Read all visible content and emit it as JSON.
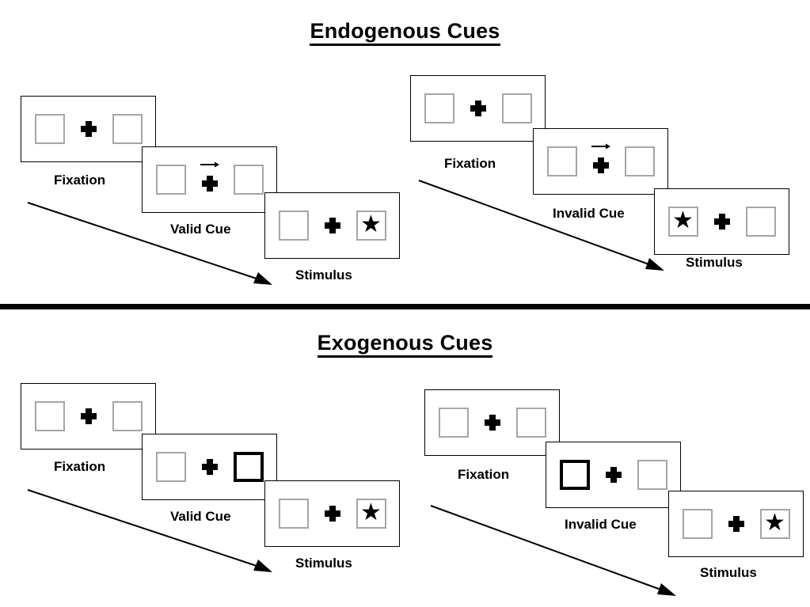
{
  "sections": [
    {
      "id": "endogenous",
      "title": "Endogenous Cues",
      "columns": [
        {
          "id": "endogenous-valid",
          "frames": [
            {
              "id": "fixation",
              "label": "Fixation",
              "cue": "none",
              "left_box": "empty",
              "right_box": "empty"
            },
            {
              "id": "valid-cue",
              "label": "Valid Cue",
              "cue": "arrow-right",
              "left_box": "empty",
              "right_box": "empty"
            },
            {
              "id": "stimulus",
              "label": "Stimulus",
              "cue": "none",
              "left_box": "empty",
              "right_box": "star"
            }
          ]
        },
        {
          "id": "endogenous-invalid",
          "frames": [
            {
              "id": "fixation",
              "label": "Fixation",
              "cue": "none",
              "left_box": "empty",
              "right_box": "empty"
            },
            {
              "id": "invalid-cue",
              "label": "Invalid Cue",
              "cue": "arrow-right",
              "left_box": "empty",
              "right_box": "empty"
            },
            {
              "id": "stimulus",
              "label": "Stimulus",
              "cue": "none",
              "left_box": "star",
              "right_box": "empty"
            }
          ]
        }
      ]
    },
    {
      "id": "exogenous",
      "title": "Exogenous Cues",
      "columns": [
        {
          "id": "exogenous-valid",
          "frames": [
            {
              "id": "fixation",
              "label": "Fixation",
              "cue": "none",
              "left_box": "empty",
              "right_box": "empty"
            },
            {
              "id": "valid-cue",
              "label": "Valid Cue",
              "cue": "none",
              "left_box": "empty",
              "right_box": "cued"
            },
            {
              "id": "stimulus",
              "label": "Stimulus",
              "cue": "none",
              "left_box": "empty",
              "right_box": "star"
            }
          ]
        },
        {
          "id": "exogenous-invalid",
          "frames": [
            {
              "id": "fixation",
              "label": "Fixation",
              "cue": "none",
              "left_box": "empty",
              "right_box": "empty"
            },
            {
              "id": "invalid-cue",
              "label": "Invalid Cue",
              "cue": "none",
              "left_box": "cued",
              "right_box": "empty"
            },
            {
              "id": "stimulus",
              "label": "Stimulus",
              "cue": "none",
              "left_box": "empty",
              "right_box": "star"
            }
          ]
        }
      ]
    }
  ],
  "glyphs": {
    "star": "★"
  },
  "colors": {
    "ink": "#000000",
    "box_outline": "#a6a6a6",
    "cued_outline": "#000000",
    "panel_outline": "#000000",
    "background": "#ffffff"
  }
}
